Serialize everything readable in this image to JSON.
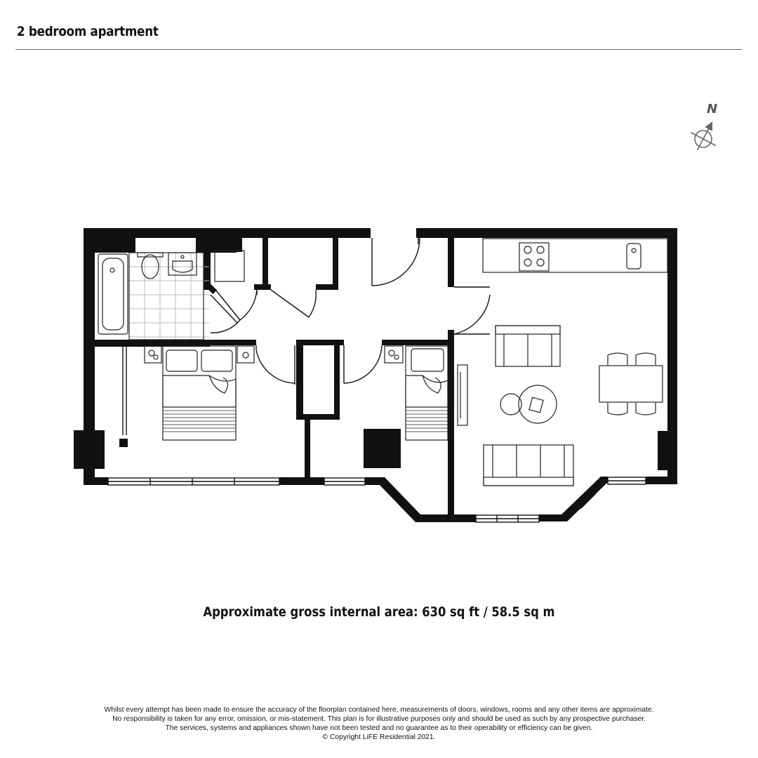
{
  "header": {
    "title": "2 bedroom apartment"
  },
  "compass": {
    "label": "N",
    "color": "#666666"
  },
  "footer": {
    "area": "Approximate gross internal area: 630 sq ft / 58.5  sq m",
    "disclaimer": [
      "Whilst every attempt has been made to ensure the accuracy of the floorplan contained here, measurements of doors, windows, rooms and any other items are approximate.",
      "No responsibility is taken for any error, omission, or mis-statement. This plan is for illustrative purposes only and should be used as such by any prospective purchaser.",
      "The services, systems and appliances shown have not been tested and no guarantee as to their operability or efficiency can be given.",
      "© Copyright LiFE Residential 2021."
    ]
  },
  "plan": {
    "wall_color": "#111111",
    "fixture_color": "#222222",
    "tile_color": "#bbbbbb"
  }
}
